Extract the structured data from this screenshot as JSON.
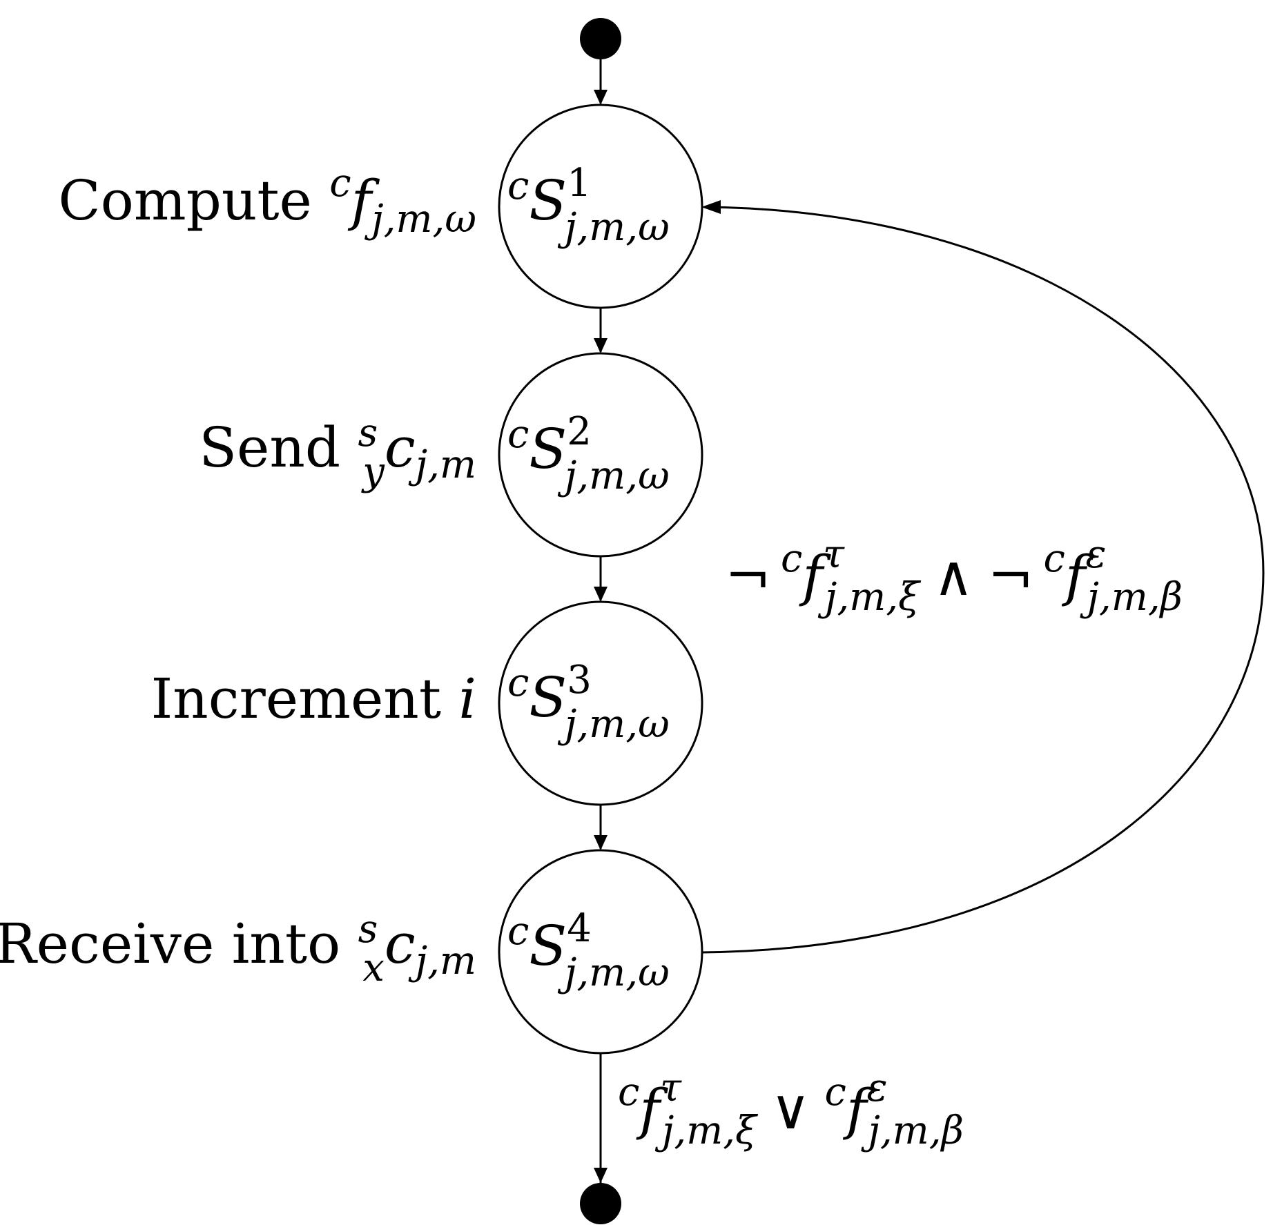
{
  "diagram": {
    "states": [
      {
        "pre": "c",
        "symbol": "S",
        "sup": "1",
        "sub": "j,m,ω"
      },
      {
        "pre": "c",
        "symbol": "S",
        "sup": "2",
        "sub": "j,m,ω"
      },
      {
        "pre": "c",
        "symbol": "S",
        "sup": "3",
        "sub": "j,m,ω"
      },
      {
        "pre": "c",
        "symbol": "S",
        "sup": "4",
        "sub": "j,m,ω"
      }
    ],
    "labels": [
      {
        "text": "Compute ",
        "pre": "c",
        "symbol": "f",
        "sub": "j,m,ω"
      },
      {
        "text": "Send ",
        "pre_sup": "s",
        "pre_sub": "y",
        "symbol": "c",
        "sub": "j,m"
      },
      {
        "text": "Increment ",
        "symbol": "i"
      },
      {
        "text": "Receive into ",
        "pre_sup": "s",
        "pre_sub": "x",
        "symbol": "c",
        "sub": "j,m"
      }
    ],
    "loop_condition": {
      "neg": "¬",
      "pre1": "c",
      "sym1": "f",
      "sup1": "τ",
      "sub1": "j,m,ξ",
      "op": "∧",
      "neg2": "¬",
      "pre2": "c",
      "sym2": "f",
      "sup2": "ε",
      "sub2": "j,m,β"
    },
    "exit_condition": {
      "pre1": "c",
      "sym1": "f",
      "sup1": "τ",
      "sub1": "j,m,ξ",
      "op": "∨",
      "pre2": "c",
      "sym2": "f",
      "sup2": "ε",
      "sub2": "j,m,β"
    },
    "colors": {
      "stroke": "#000000",
      "fill": "#ffffff"
    }
  }
}
